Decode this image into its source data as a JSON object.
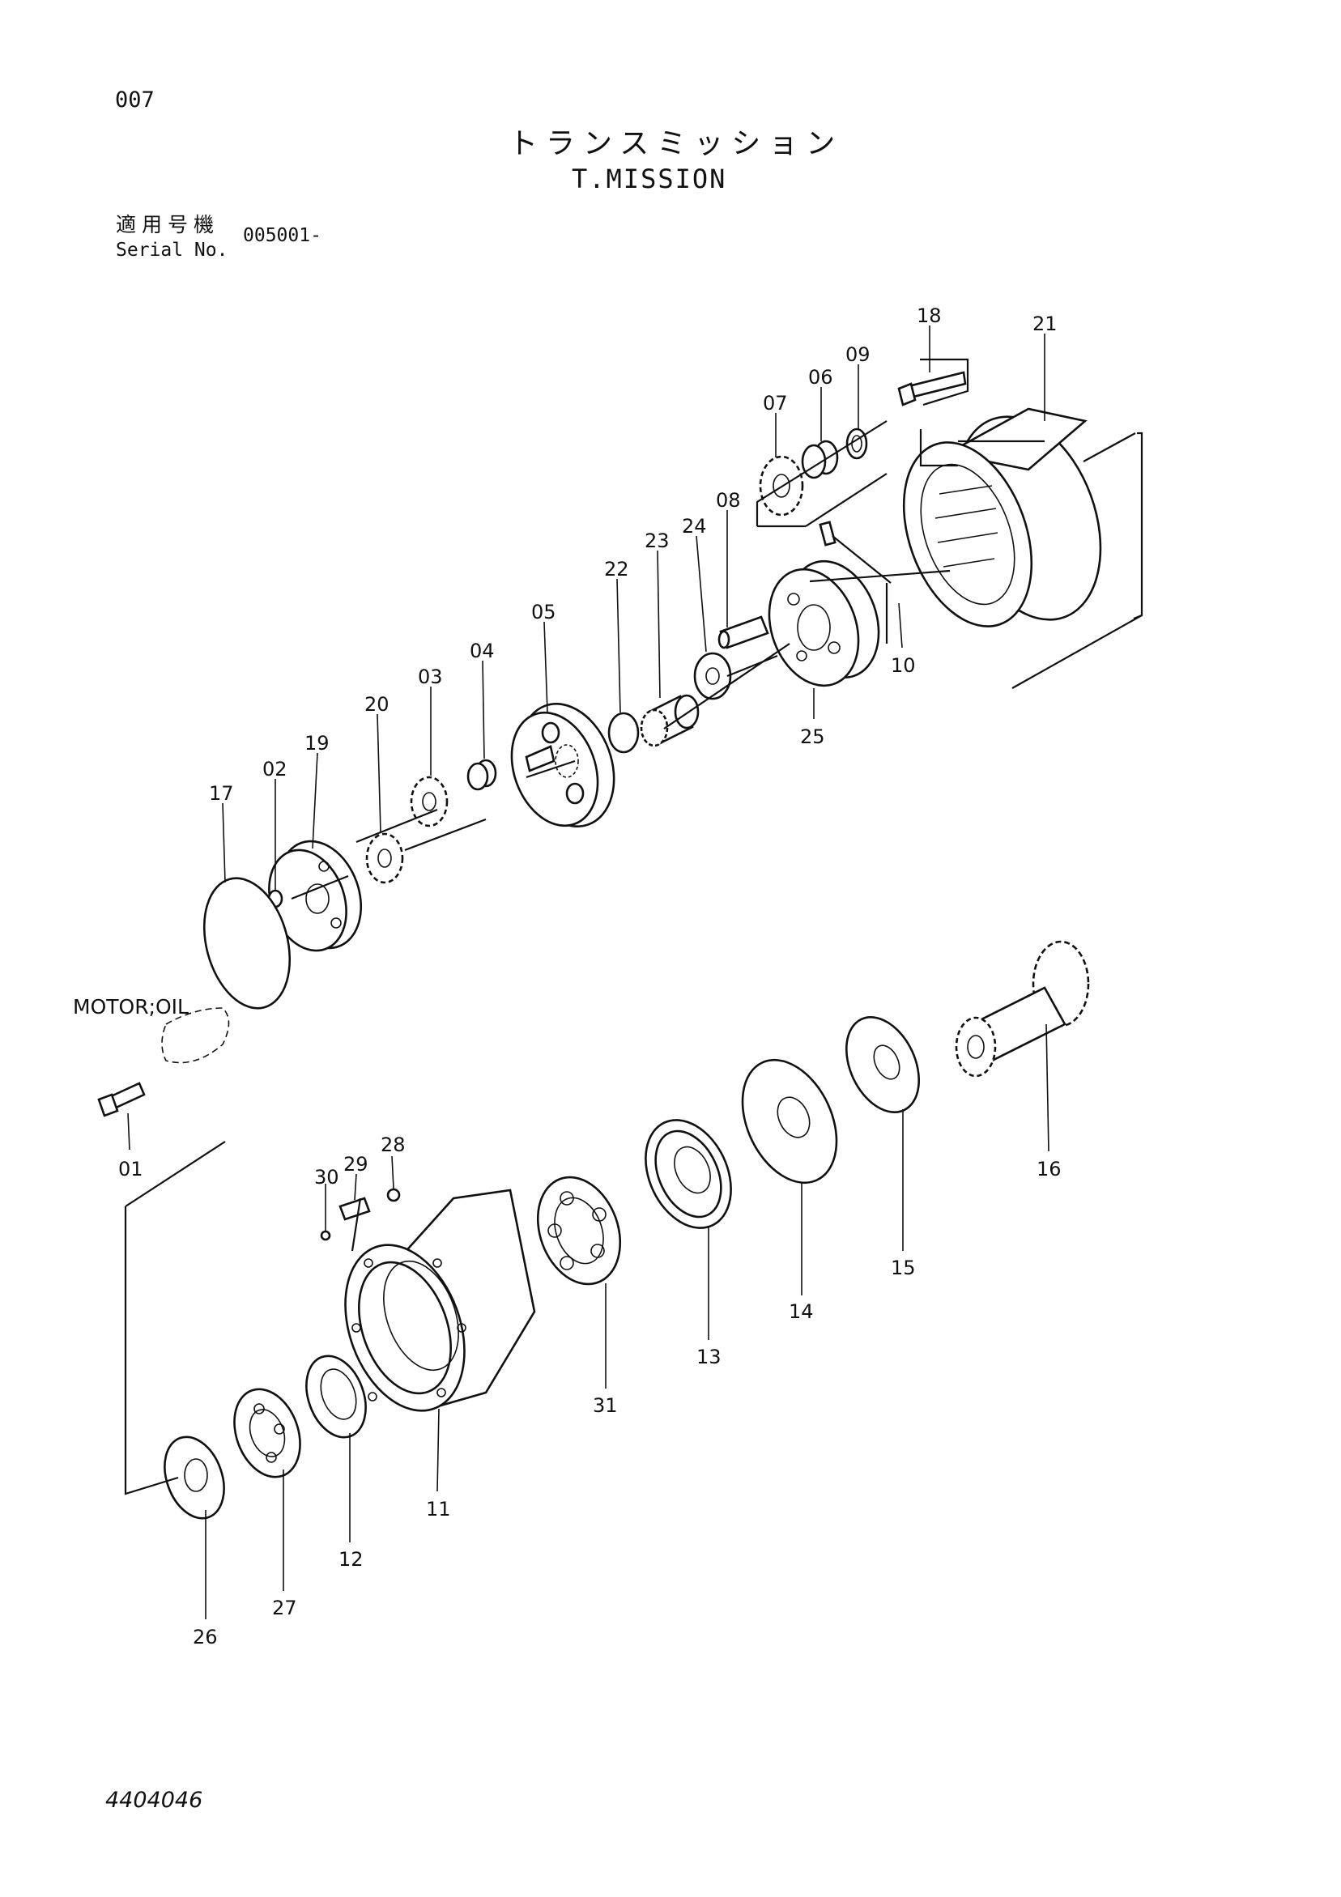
{
  "page_number": "007",
  "title_jp": "トランスミッション",
  "title_en": "T.MISSION",
  "serial": {
    "label_jp": "適用号機",
    "label_en": "Serial No.",
    "value": "005001-"
  },
  "note_motor_oil": "MOTOR;OIL",
  "doc_code": "4404046",
  "callouts": {
    "p01": "01",
    "p02": "02",
    "p03": "03",
    "p04": "04",
    "p05": "05",
    "p06": "06",
    "p07": "07",
    "p08": "08",
    "p09": "09",
    "p10": "10",
    "p11": "11",
    "p12": "12",
    "p13": "13",
    "p14": "14",
    "p15": "15",
    "p16": "16",
    "p17": "17",
    "p18": "18",
    "p19": "19",
    "p20": "20",
    "p21": "21",
    "p22": "22",
    "p23": "23",
    "p24": "24",
    "p25": "25",
    "p26": "26",
    "p27": "27",
    "p28": "28",
    "p29": "29",
    "p30": "30",
    "p31": "31"
  }
}
